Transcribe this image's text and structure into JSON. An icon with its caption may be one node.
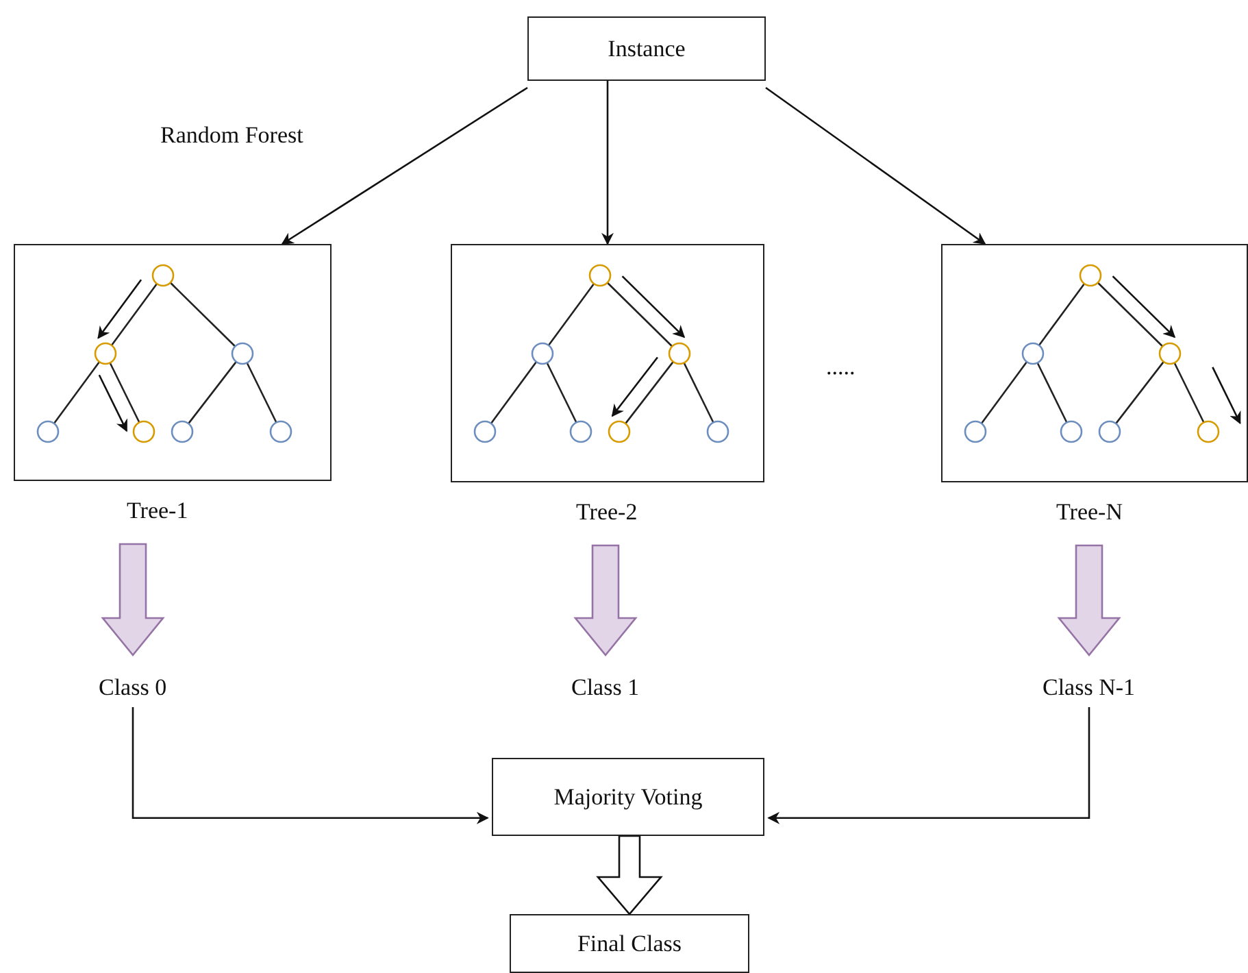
{
  "diagram": {
    "nodes": [
      {
        "text": [
          "Instance"
        ]
      },
      {
        "text": [
          "Tree-1"
        ]
      },
      {
        "text": [
          "Tree-2"
        ]
      },
      {
        "text": [
          "Tree-N"
        ]
      },
      {
        "text": [
          "Class 0"
        ]
      },
      {
        "text": [
          "Class 1"
        ]
      },
      {
        "text": [
          "Class N-1"
        ]
      },
      {
        "text": [
          "Majority Voting"
        ]
      },
      {
        "text": [
          "Final Class"
        ]
      }
    ],
    "edges": [
      {
        "from": 0,
        "to": 1,
        "arrow": "to"
      },
      {
        "from": 0,
        "to": 2,
        "arrow": "to"
      },
      {
        "from": 0,
        "to": 3,
        "arrow": "to"
      },
      {
        "from": 1,
        "to": 4,
        "arrow": "to",
        "style": "thick",
        "color": "#9673a6"
      },
      {
        "from": 2,
        "to": 5,
        "arrow": "to",
        "style": "thick",
        "color": "#9673a6"
      },
      {
        "from": 3,
        "to": 6,
        "arrow": "to",
        "style": "thick",
        "color": "#9673a6"
      },
      {
        "from": 4,
        "to": 7,
        "arrow": "to"
      },
      {
        "from": 6,
        "to": 7,
        "arrow": "to"
      },
      {
        "from": 7,
        "to": 8,
        "arrow": "to",
        "style": "thick"
      }
    ],
    "labels": [
      "Random Forest",
      "....."
    ]
  }
}
